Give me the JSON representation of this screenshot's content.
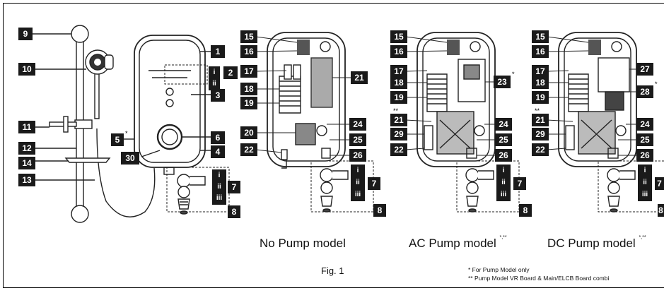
{
  "labels": {
    "n1": "1",
    "n2": "2",
    "n3": "3",
    "n4": "4",
    "n5": "5",
    "n6": "6",
    "n7": "7",
    "n8": "8",
    "n9": "9",
    "n10": "10",
    "n11": "11",
    "n12": "12",
    "n13": "13",
    "n14": "14",
    "n15": "15",
    "n16": "16",
    "n17": "17",
    "n18": "18",
    "n19": "19",
    "n20": "20",
    "n21": "21",
    "n22": "22",
    "n23": "23",
    "n24": "24",
    "n25": "25",
    "n26": "26",
    "n27": "27",
    "n28": "28",
    "n29": "29",
    "n30": "30",
    "i": "i",
    "ii": "ii",
    "iii": "iii",
    "star": "*",
    "dstar": "**"
  },
  "models": {
    "no_pump": "No Pump model",
    "ac_pump": "AC Pump model",
    "dc_pump": "DC Pump model",
    "marker": "*,**"
  },
  "caption": "Fig. 1",
  "footnotes": {
    "single": "*  For Pump Model only",
    "double": "** Pump Model VR Board & Main/ELCB Board combi"
  }
}
